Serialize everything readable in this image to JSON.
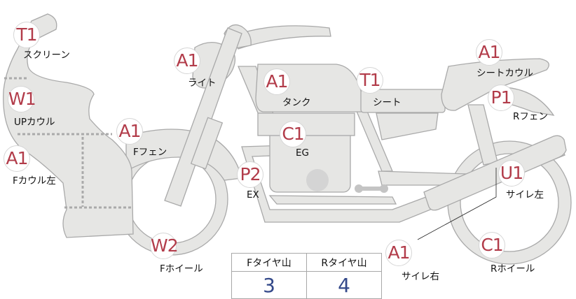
{
  "parts": [
    {
      "id": "screen",
      "code": "T1",
      "label": "スクリーン"
    },
    {
      "id": "up-cowl",
      "code": "W1",
      "label": "UPカウル"
    },
    {
      "id": "f-cowl-left",
      "code": "A1",
      "label": "Fカウル左"
    },
    {
      "id": "f-fender",
      "code": "A1",
      "label": "Fフェン"
    },
    {
      "id": "light",
      "code": "A1",
      "label": "ライト"
    },
    {
      "id": "tank",
      "code": "A1",
      "label": "タンク"
    },
    {
      "id": "seat",
      "code": "T1",
      "label": "シート"
    },
    {
      "id": "engine",
      "code": "C1",
      "label": "EG"
    },
    {
      "id": "exhaust",
      "code": "P2",
      "label": "EX"
    },
    {
      "id": "f-wheel",
      "code": "W2",
      "label": "Fホイール"
    },
    {
      "id": "seat-cowl",
      "code": "A1",
      "label": "シートカウル"
    },
    {
      "id": "r-fender",
      "code": "P1",
      "label": "Rフェン"
    },
    {
      "id": "silencer-left",
      "code": "U1",
      "label": "サイレ左"
    },
    {
      "id": "silencer-right",
      "code": "A1",
      "label": "サイレ右"
    },
    {
      "id": "r-wheel",
      "code": "C1",
      "label": "Rホイール"
    }
  ],
  "tire_table": {
    "headers": [
      "Fタイヤ山",
      "Rタイヤ山"
    ],
    "values": [
      "3",
      "4"
    ]
  },
  "colors": {
    "badge_text": "#b23c4a",
    "value_text": "#34498a",
    "body_fill": "#e6e6e4",
    "outline": "#a9a9a9"
  }
}
